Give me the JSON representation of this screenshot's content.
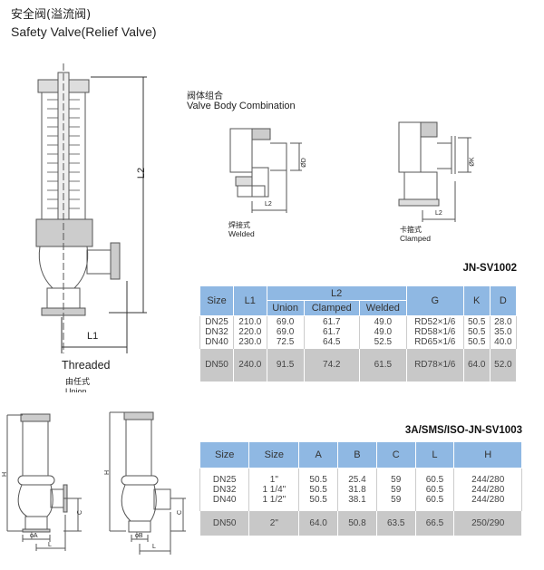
{
  "header": {
    "title_zh": "安全阀(溢流阀)",
    "title_en": "Safety Valve(Relief Valve)"
  },
  "drawing1": {
    "dim_l2": "L2",
    "dim_l1": "L1",
    "caption": "Threaded",
    "caption_zh": "由任式",
    "caption_cut": "Union"
  },
  "body_combination": {
    "title_zh": "阀体组合",
    "title_en": "Valve Body Combination",
    "welded": {
      "zh": "焊接式",
      "en": "Welded",
      "dim": "L2",
      "dia": "ØD"
    },
    "clamped": {
      "zh": "卡箍式",
      "en": "Clamped",
      "dim": "L2",
      "dia": "ØK"
    }
  },
  "table1": {
    "model": "JN-SV1002",
    "headers": {
      "size": "Size",
      "l1": "L1",
      "l2": "L2",
      "union": "Union",
      "clamped": "Clamped",
      "welded": "Welded",
      "g": "G",
      "k": "K",
      "d": "D"
    },
    "group": {
      "size": "DN25\nDN32\nDN40",
      "l1": "210.0\n220.0\n230.0",
      "union": "69.0\n69.0\n72.5",
      "clamped": "61.7\n61.7\n64.5",
      "welded": "49.0\n49.0\n52.5",
      "g": "RD52×1/6\nRD58×1/6\nRD65×1/6",
      "k": "50.5\n50.5\n50.5",
      "d": "28.0\n35.0\n40.0"
    },
    "row50": {
      "size": "DN50",
      "l1": "240.0",
      "union": "91.5",
      "clamped": "74.2",
      "welded": "61.5",
      "g": "RD78×1/6",
      "k": "64.0",
      "d": "52.0"
    }
  },
  "drawing2": {
    "h": "H",
    "c": "C",
    "a": "ϕA",
    "b": "ϕB",
    "l": "L"
  },
  "table2": {
    "model": "3A/SMS/ISO-JN-SV1003",
    "headers": {
      "size1": "Size",
      "size2": "Size",
      "a": "A",
      "b": "B",
      "c": "C",
      "l": "L",
      "h": "H"
    },
    "group": {
      "size1": "DN25\nDN32\nDN40",
      "size2": "1\"\n1 1/4\"\n1 1/2\"",
      "a": "50.5\n50.5\n50.5",
      "b": "25.4\n31.8\n38.1",
      "c": "59\n59\n59",
      "l": "60.5\n60.5\n60.5",
      "h": "244/280\n244/280\n244/280"
    },
    "row50": {
      "size1": "DN50",
      "size2": "2\"",
      "a": "64.0",
      "b": "50.8",
      "c": "63.5",
      "l": "66.5",
      "h": "250/290"
    }
  }
}
